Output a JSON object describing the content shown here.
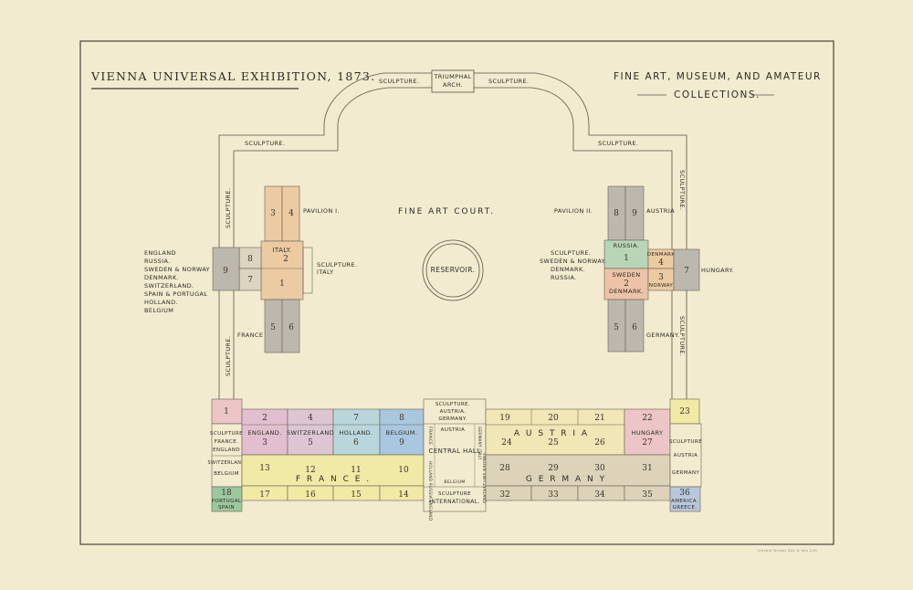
{
  "title": "VIENNA UNIVERSAL EXHIBITION, 1873.",
  "subtitle_line1": "FINE ART, MUSEUM, AND AMATEUR",
  "subtitle_line2": "COLLECTIONS.",
  "court": "FINE ART COURT.",
  "reservoir": "RESERVOIR.",
  "arch_line1": "TRIUMPHAL",
  "arch_line2": "ARCH.",
  "sculpture": "SCULPTURE.",
  "pavilion1": "PAVILION I.",
  "pavilion2": "PAVILION II.",
  "p1": {
    "n3": "3",
    "n4": "4",
    "n8": "8",
    "n9": "9",
    "n7": "7",
    "n1": "1",
    "n2": "2",
    "n5": "5",
    "n6": "6",
    "italy": "ITALY.",
    "france": "FRANCE",
    "sculpture_italy_1": "SCULPTURE.",
    "sculpture_italy_2": "ITALY",
    "countries": [
      "ENGLAND",
      "RUSSIA.",
      "SWEDEN & NORWAY",
      "DENMARK.",
      "SWITZERLAND.",
      "SPAIN & PORTUGAL",
      "HOLLAND.",
      "BELGIUM"
    ]
  },
  "p2": {
    "n8": "8",
    "n9": "9",
    "n1": "1",
    "n2": "2",
    "n3": "3",
    "n4": "4",
    "n5": "5",
    "n6": "6",
    "n7": "7",
    "austria": "AUSTRIA",
    "russia": "RUSSIA.",
    "sweden": "SWEDEN",
    "denmark_cell": "DENMARK.",
    "denmark_small": "DENMARK",
    "norway": "NORWAY",
    "germany": "GERMANY.",
    "hungary": "HUNGARY.",
    "countries": [
      "SCULPTURE.",
      "SWEDEN & NORWAY.",
      "DENMARK.",
      "RUSSIA."
    ]
  },
  "main": {
    "n1": "1",
    "n18": "18",
    "n23": "23",
    "n36": "36",
    "row1": [
      "2",
      "4",
      "7",
      "8"
    ],
    "row1_labels": [
      "ENGLAND.",
      "SWITZERLAND",
      "HOLLAND.",
      "BELGIUM."
    ],
    "row1_nums2": [
      "3",
      "5",
      "6",
      "9"
    ],
    "row2": [
      "13",
      "12",
      "11",
      "10"
    ],
    "row3": [
      "17",
      "16",
      "15",
      "14"
    ],
    "east_row1": [
      "19",
      "20",
      "21",
      "22"
    ],
    "east_row2": [
      "24",
      "25",
      "26",
      "27"
    ],
    "east_row3": [
      "28",
      "29",
      "30",
      "31"
    ],
    "east_row4": [
      "32",
      "33",
      "34",
      "35"
    ],
    "france": "F R A N C E .",
    "austria": "A U S T R I A",
    "germany": "G E R M A N Y",
    "hungary": "HUNGARY",
    "west_labels": [
      "SCULPTURE",
      "FRANCE.",
      "ENGLAND",
      "SWITZERLAND",
      "BELGIUM"
    ],
    "portugal": [
      "PORTUGAL",
      "SPAIN"
    ],
    "east_labels": [
      "SCULPTURE",
      "AUSTRIA",
      "GERMANY"
    ],
    "america": [
      "AMERICA.",
      "GREECE."
    ],
    "centre_top": [
      "SCULPTURE.",
      "AUSTRIA.",
      "GERMANY."
    ],
    "centre_austria": "AUSTRIA",
    "central_hall": "CENTRAL HALL",
    "centre_bottom": [
      "SCULPTURE",
      "INTERNATIONAL."
    ],
    "vert_left_1": "FRANCE",
    "vert_left_2": "HOLLAND RUSSIA ENGLAND",
    "vert_right_1": "GERMANY ITALY",
    "vert_right_2": "SWEDEN SWITZERLAND",
    "belgium_small": "BELGIUM"
  },
  "printer": "Vincent Brooks Day & Son Lith."
}
